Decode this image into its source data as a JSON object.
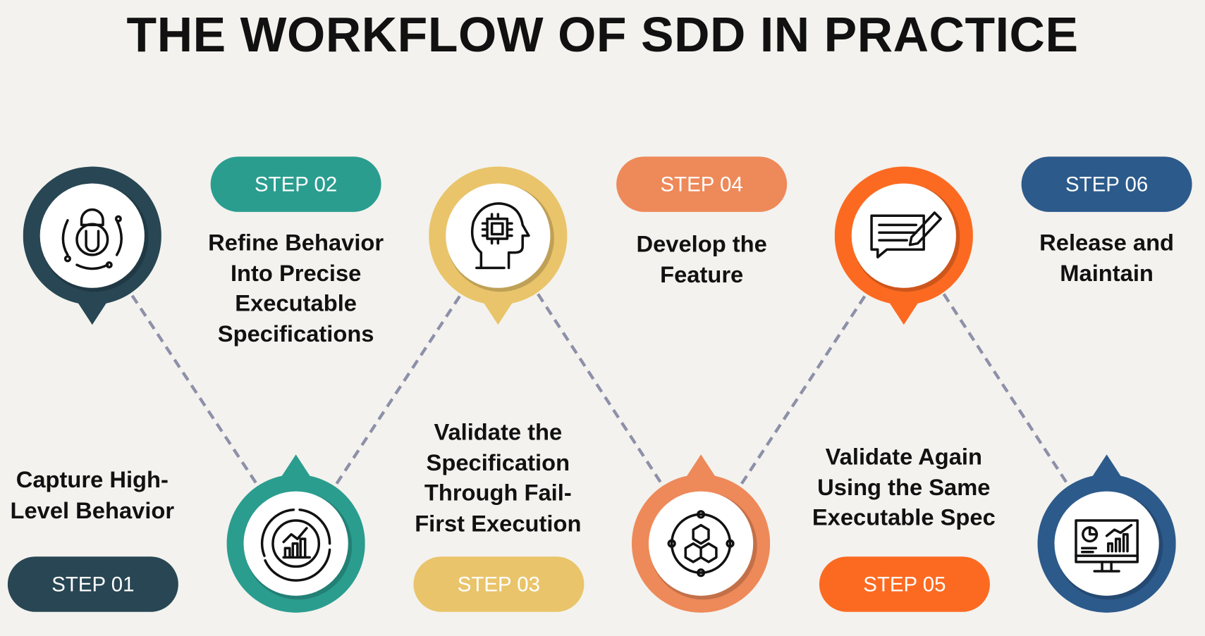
{
  "title": "THE WORKFLOW OF SDD IN PRACTICE",
  "steps": [
    {
      "label": "STEP 01",
      "lines": [
        "Capture High-",
        "Level Behavior"
      ],
      "color": "#284653",
      "icon": "lightbulb-gear-icon"
    },
    {
      "label": "STEP 02",
      "lines": [
        "Refine Behavior",
        "Into Precise",
        "Executable",
        "Specifications"
      ],
      "color": "#2a9d8f",
      "icon": "chart-cycle-icon"
    },
    {
      "label": "STEP 03",
      "lines": [
        "Validate the",
        "Specification",
        "Through Fail-",
        "First Execution"
      ],
      "color": "#e9c46a",
      "icon": "ai-head-chip-icon"
    },
    {
      "label": "STEP 04",
      "lines": [
        "Develop the",
        "Feature"
      ],
      "color": "#ee8959",
      "icon": "cubes-network-icon"
    },
    {
      "label": "STEP 05",
      "lines": [
        "Validate Again",
        "Using the Same",
        "Executable Spec"
      ],
      "color": "#fc6a21",
      "icon": "document-pen-icon"
    },
    {
      "label": "STEP 06",
      "lines": [
        "Release and",
        "Maintain"
      ],
      "color": "#2c5a8b",
      "icon": "monitor-analytics-icon"
    }
  ]
}
